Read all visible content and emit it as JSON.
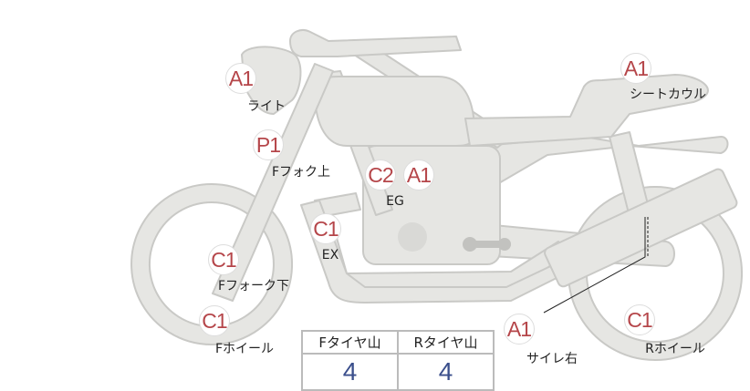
{
  "colors": {
    "part_fill": "#e6e6e3",
    "part_stroke": "#c9c9c6",
    "badge_text": "#b5464a",
    "value_text": "#3b4f8c"
  },
  "parts": [
    {
      "code": "A1",
      "label": "ライト"
    },
    {
      "code": "A1",
      "label": "シートカウル"
    },
    {
      "code": "P1",
      "label": "Fフォク上"
    },
    {
      "code": "C2",
      "label": ""
    },
    {
      "code": "A1",
      "label": "EG"
    },
    {
      "code": "C1",
      "label": "EX"
    },
    {
      "code": "C1",
      "label": "Fフォーク下"
    },
    {
      "code": "C1",
      "label": "Fホイール"
    },
    {
      "code": "A1",
      "label": "サイレ右"
    },
    {
      "code": "C1",
      "label": "Rホイール"
    }
  ],
  "tire_table": {
    "headers": [
      "Fタイヤ山",
      "Rタイヤ山"
    ],
    "values": [
      "4",
      "4"
    ]
  }
}
